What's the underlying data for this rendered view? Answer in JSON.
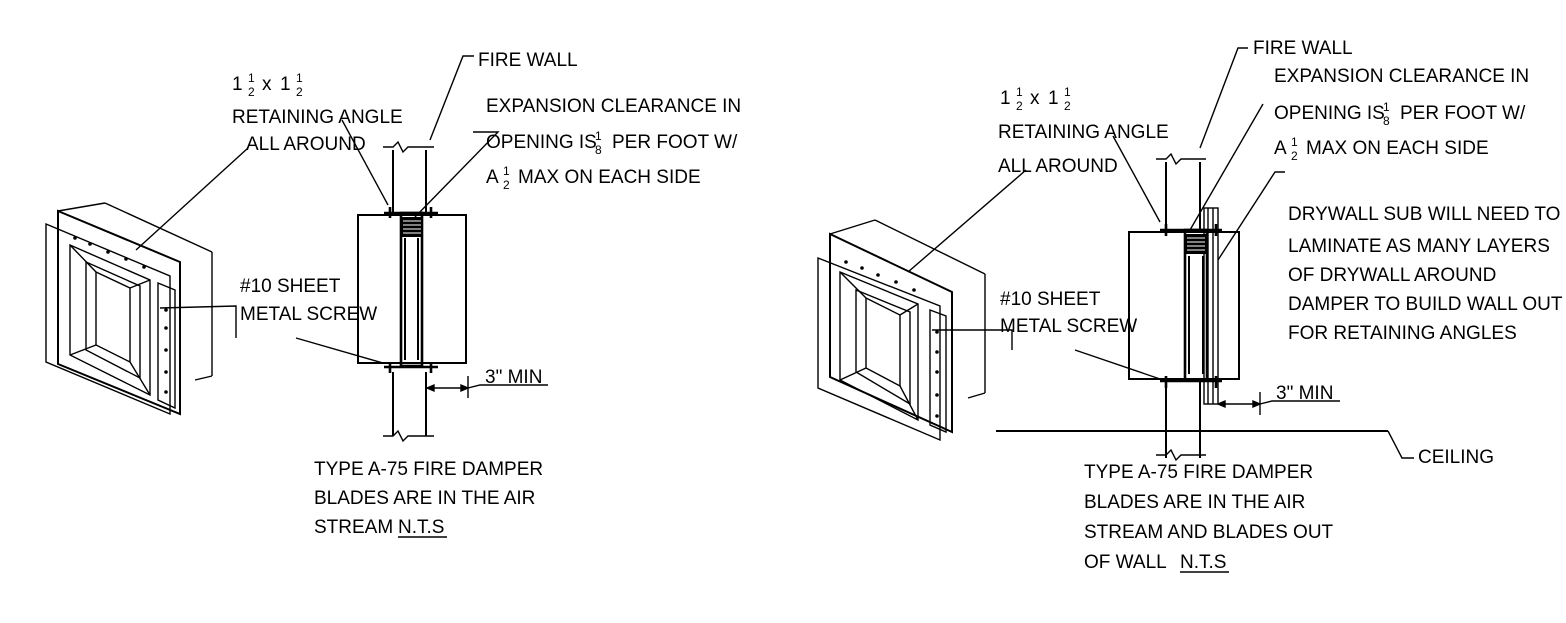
{
  "left": {
    "fire_wall": "FIRE WALL",
    "angle_size_a": "1",
    "angle_size_frac": "1",
    "angle_size_den": "2",
    "angle_size_x": "x",
    "angle_size_b": "1",
    "retaining_angle_1": "RETAINING ANGLE",
    "retaining_angle_2": "ALL AROUND",
    "expansion_1": "EXPANSION CLEARANCE IN",
    "expansion_2a": "OPENING IS",
    "expansion_2_num": "1",
    "expansion_2_den": "8",
    "expansion_2b": "PER FOOT W/",
    "expansion_3a": "A",
    "expansion_3_num": "1",
    "expansion_3_den": "2",
    "expansion_3b": "MAX ON EACH SIDE",
    "screw_1": "#10 SHEET",
    "screw_2": "METAL SCREW",
    "min_clearance": "3\" MIN",
    "caption_1": "TYPE A-75 FIRE DAMPER",
    "caption_2": "BLADES ARE IN THE AIR",
    "caption_3a": "STREAM",
    "caption_3b": "N.T.S"
  },
  "right": {
    "fire_wall": "FIRE WALL",
    "angle_size_a": "1",
    "angle_size_frac": "1",
    "angle_size_den": "2",
    "angle_size_x": "x",
    "angle_size_b": "1",
    "retaining_angle_1": "RETAINING ANGLE",
    "retaining_angle_2": "ALL AROUND",
    "expansion_1": "EXPANSION CLEARANCE IN",
    "expansion_2a": "OPENING IS",
    "expansion_2_num": "1",
    "expansion_2_den": "8",
    "expansion_2b": "PER FOOT W/",
    "expansion_3a": "A",
    "expansion_3_num": "1",
    "expansion_3_den": "2",
    "expansion_3b": "MAX ON EACH SIDE",
    "drywall_1": "DRYWALL SUB WILL NEED TO",
    "drywall_2": "LAMINATE AS MANY LAYERS",
    "drywall_3": "OF DRYWALL AROUND",
    "drywall_4": "DAMPER TO BUILD WALL OUT",
    "drywall_5": "FOR RETAINING ANGLES",
    "screw_1": "#10 SHEET",
    "screw_2": "METAL SCREW",
    "min_clearance": "3\" MIN",
    "ceiling": "CEILING",
    "caption_1": "TYPE A-75 FIRE DAMPER",
    "caption_2": "BLADES ARE IN THE AIR",
    "caption_3": "STREAM  AND BLADES OUT",
    "caption_4a": "OF WALL",
    "caption_4b": "N.T.S"
  }
}
